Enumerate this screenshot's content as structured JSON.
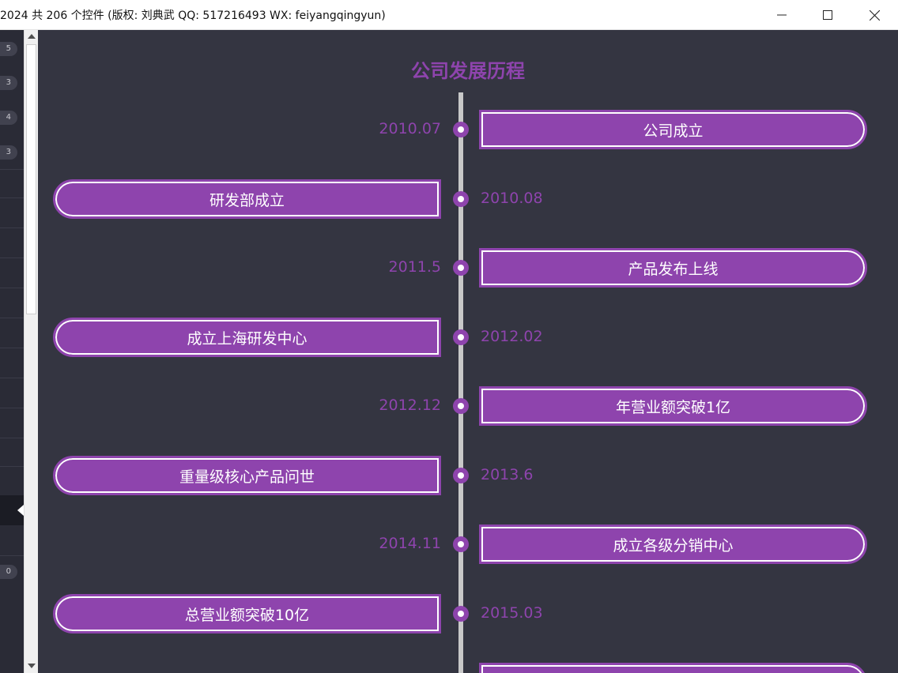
{
  "window": {
    "title": "2024 共 206 个控件 (版权: 刘典武 QQ: 517216493 WX: feiyangqingyun)",
    "buttons": {
      "minimize_icon": "minimize-icon",
      "maximize_icon": "maximize-icon",
      "close_icon": "close-icon"
    }
  },
  "sidebar": {
    "badges": [
      "5",
      "3",
      "4",
      "3",
      "0"
    ]
  },
  "timeline": {
    "title": "公司发展历程",
    "accent_color": "#8e44ad",
    "background_color": "#343541",
    "events": [
      {
        "date": "2010.07",
        "text": "公司成立"
      },
      {
        "date": "2010.08",
        "text": "研发部成立"
      },
      {
        "date": "2011.5",
        "text": "产品发布上线"
      },
      {
        "date": "2012.02",
        "text": "成立上海研发中心"
      },
      {
        "date": "2012.12",
        "text": "年营业额突破1亿"
      },
      {
        "date": "2013.6",
        "text": "重量级核心产品问世"
      },
      {
        "date": "2014.11",
        "text": "成立各级分销中心"
      },
      {
        "date": "2015.03",
        "text": "总营业额突破10亿"
      }
    ]
  }
}
